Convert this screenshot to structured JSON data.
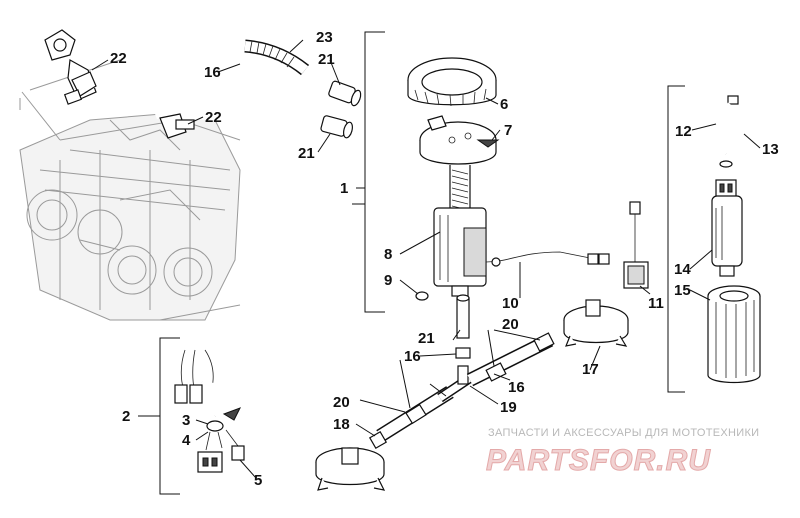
{
  "callouts": [
    "1",
    "2",
    "3",
    "4",
    "5",
    "6",
    "7",
    "8",
    "9",
    "10",
    "11",
    "12",
    "13",
    "14",
    "15",
    "16",
    "17",
    "18",
    "19",
    "20",
    "21",
    "22",
    "23"
  ],
  "watermark": {
    "caption": "ЗАПЧАСТИ И АКСЕССУАРЫ ДЛЯ МОТОТЕХНИКИ",
    "logo": "PARTSFOR.RU"
  }
}
